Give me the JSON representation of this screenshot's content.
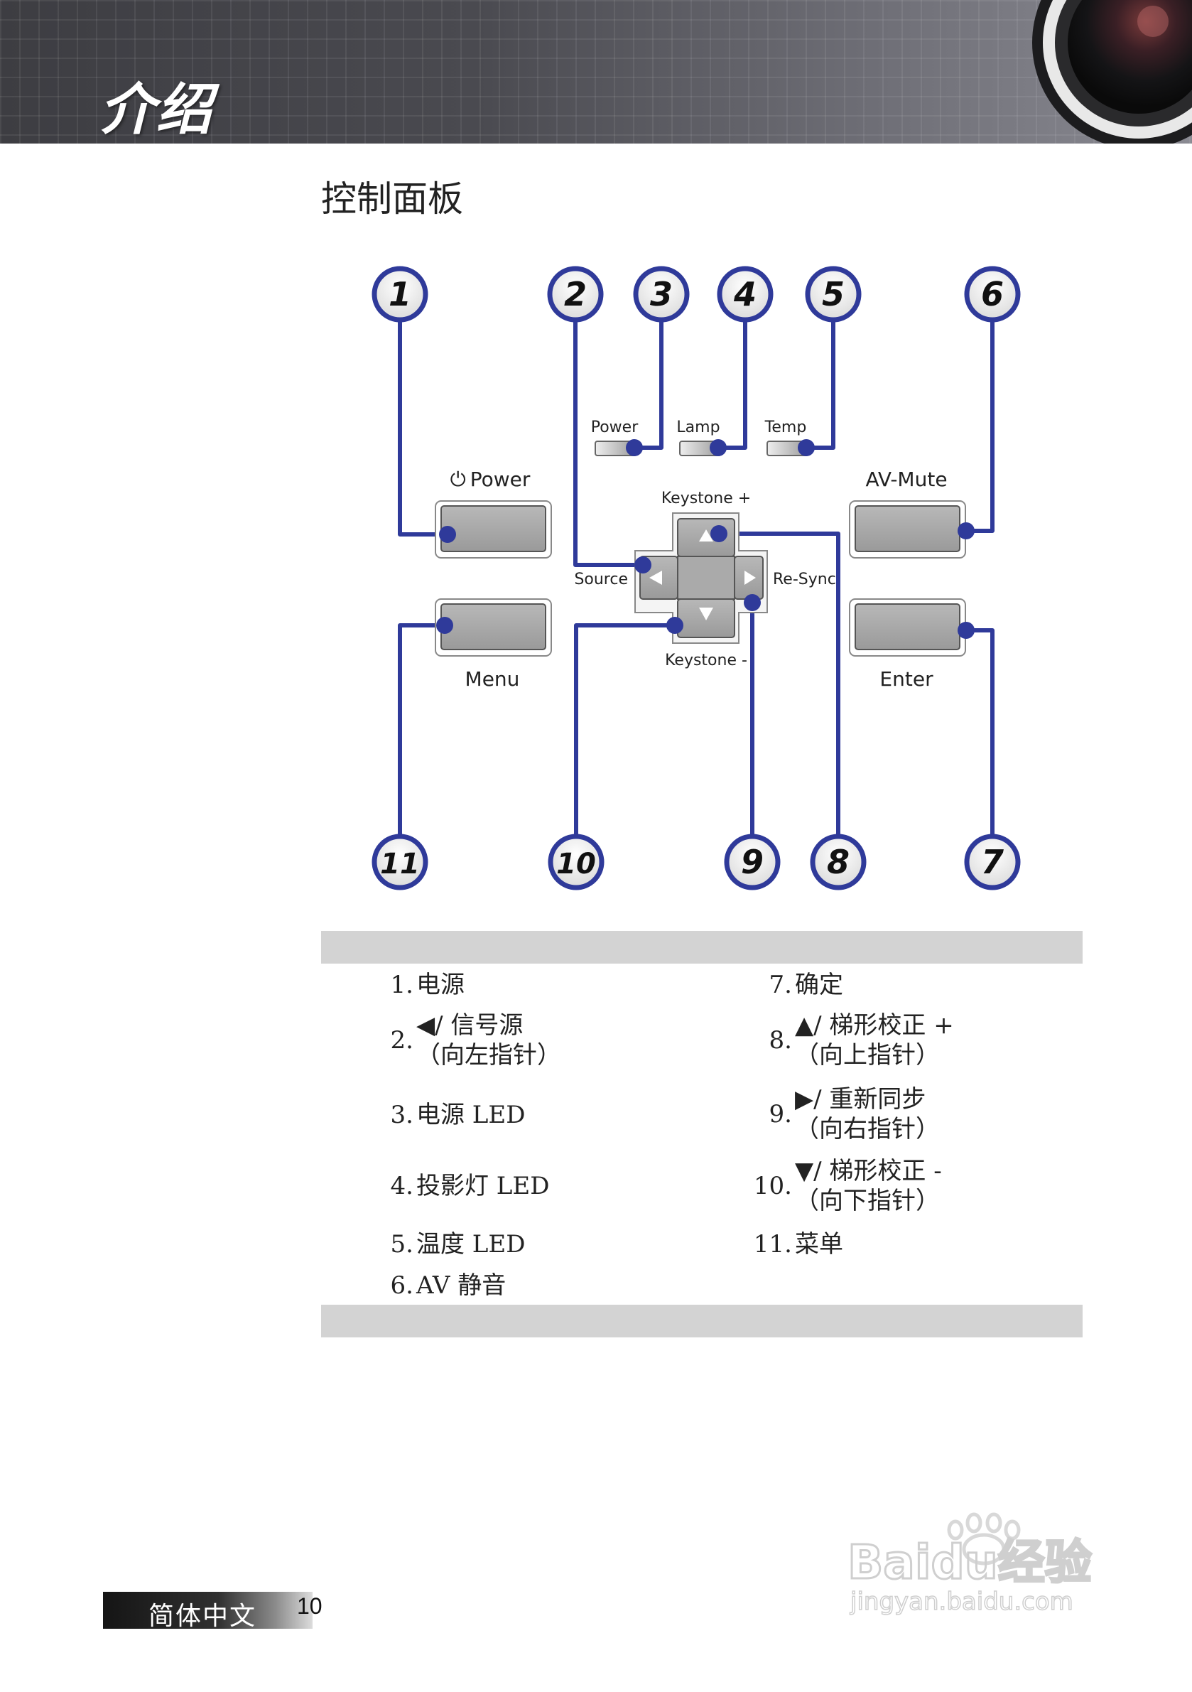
{
  "header": {
    "title": "介绍"
  },
  "section_title": "控制面板",
  "diagram": {
    "callouts": [
      "1",
      "2",
      "3",
      "4",
      "5",
      "6",
      "7",
      "8",
      "9",
      "10",
      "11"
    ],
    "labels": {
      "power_led": "Power",
      "lamp_led": "Lamp",
      "temp_led": "Temp",
      "power_button": "Power",
      "power_symbol": "⏻",
      "av_mute": "AV-Mute",
      "keystone_plus": "Keystone +",
      "keystone_minus": "Keystone -",
      "source": "Source",
      "resync": "Re-Sync",
      "menu": "Menu",
      "enter": "Enter"
    },
    "accent_color": "#2f3a9a"
  },
  "legend": {
    "left": [
      {
        "num": "1.",
        "lines": [
          "电源"
        ]
      },
      {
        "num": "2.",
        "lines": [
          "◀/ 信号源",
          "（向左指针）"
        ]
      },
      {
        "num": "3.",
        "lines": [
          "电源 LED"
        ]
      },
      {
        "num": "4.",
        "lines": [
          "投影灯 LED"
        ]
      },
      {
        "num": "5.",
        "lines": [
          "温度 LED"
        ]
      },
      {
        "num": "6.",
        "lines": [
          "AV 静音"
        ]
      }
    ],
    "right": [
      {
        "num": "7.",
        "lines": [
          "确定"
        ]
      },
      {
        "num": "8.",
        "lines": [
          "▲/ 梯形校正 +",
          "（向上指针）"
        ]
      },
      {
        "num": "9.",
        "lines": [
          "▶/ 重新同步",
          "（向右指针）"
        ]
      },
      {
        "num": "10.",
        "lines": [
          "▼/ 梯形校正 -",
          "（向下指针）"
        ]
      },
      {
        "num": "11.",
        "lines": [
          "菜单"
        ]
      }
    ]
  },
  "footer": {
    "language": "简体中文",
    "page_number": "10"
  },
  "watermark": {
    "brand": "Baidu经验",
    "url": "jingyan.baidu.com"
  }
}
